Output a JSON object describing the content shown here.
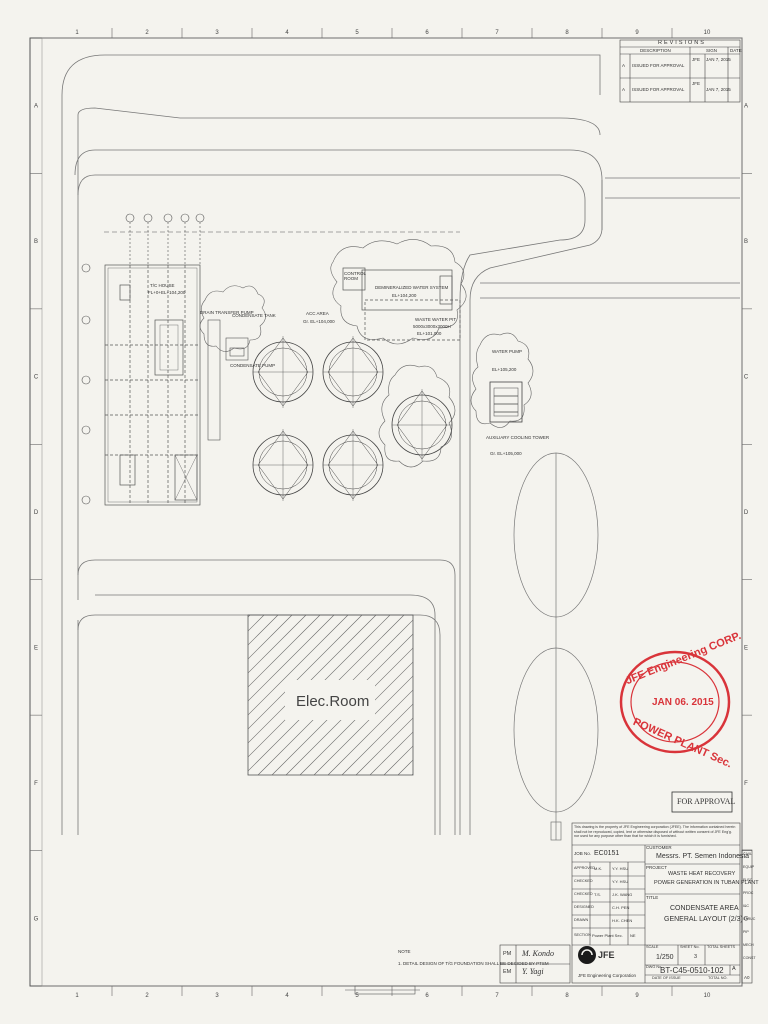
{
  "revisions": {
    "header": "REVISIONS",
    "col_description": "DESCRIPTION",
    "col_sign": "SIGN",
    "col_date": "DATE",
    "rows": [
      {
        "mark": "A",
        "description": "ISSUED FOR APPROVAL",
        "sign": "JFE",
        "date": "JAN 7, 2015"
      },
      {
        "mark": "A",
        "description": "ISSUED FOR APPROVAL",
        "sign": "JFE",
        "date": "JAN 7, 2015"
      }
    ]
  },
  "grid": {
    "columns": [
      "1",
      "2",
      "3",
      "4",
      "5",
      "6",
      "7",
      "8",
      "9",
      "10"
    ],
    "rows": [
      "A",
      "B",
      "C",
      "D",
      "E",
      "F",
      "G"
    ]
  },
  "plan": {
    "tc_house": "T/C HOUSE",
    "tc_house_el": "FL+0+EL+104,200",
    "drain_transfer_pump": "DRAIN TRANSFER PUMP",
    "condensate_tank": "CONDENSATE TANK",
    "condensate_pump": "CONDENSATE PUMP",
    "acc_area": "ACC AREA",
    "acc_area_el": "Gr. EL+104,000",
    "control_room": "CONTROL ROOM",
    "demineralized_water_system": "DEMINERALIZED WATER SYSTEM",
    "demineralized_el": "EL+104,200",
    "waste_water_pit": "WASTE WATER PIT",
    "waste_water_pit_size": "5000x3000x3000H",
    "waste_water_pit_el": "EL+101,000",
    "water_pump": "WATER PUMP",
    "water_pump_el": "EL+105,200",
    "auxiliary_cooling_tower": "AUXILIARY COOLING TOWER",
    "auxiliary_cooling_tower_el": "Gr. EL+105,000",
    "elec_room": "Elec.Room",
    "notes_header": "NOTE",
    "note_1": "1. DETAIL DESIGN OF T/G FOUNDATION SHALL BE DECIDED BY PTSM"
  },
  "stamp": {
    "top": "JFE Engineering CORP.",
    "date": "JAN 06. 2015",
    "bottom": "POWER PLANT Sec."
  },
  "status_box": "FOR APPROVAL",
  "title_block": {
    "disclaimer": "This drawing is the property of JFE Engineering corporation (JFEE). The information contained herein shall not be reproduced, copied, lent or otherwise disposed of without written consent of JFE Eng'g. nor used for any purpose other than that for which it is furnished.",
    "job_no_label": "JOB No.",
    "job_no": "EC0151",
    "customer_label": "CUSTOMER",
    "customer": "Messrs. PT. Semen Indonesia",
    "project_label": "PROJECT",
    "project_line1": "WASTE HEAT RECOVERY",
    "project_line2": "POWER GENERATION IN TUBAN PLANT",
    "title_label": "TITLE",
    "title_line1": "CONDENSATE AREA",
    "title_line2": "GENERAL LAYOUT (2/3)",
    "approved_label": "APPROVED",
    "checked_label": "CHECKED",
    "designed_label": "DESIGNED",
    "drawn_label": "DRAWN",
    "approved_sig": "M.K.",
    "checked_sig": "",
    "designed_sig": "T.S.",
    "drawn_sig": "",
    "approved_name": "Y.Y. HSU",
    "checked_name": "Y.Y. HSU",
    "designed_name": "J.K. WANG",
    "designed_name2": "C.H. PEN",
    "drawn_name": "H.K. CHEN",
    "section_label": "SECTION",
    "section": "Power Plant Sec.",
    "section_code": "NE",
    "scale_label": "SCALE",
    "scale": "1/250",
    "sheet_label": "SHEET No.",
    "sheet": "3",
    "total_label": "TOTAL SHEETS",
    "dwg_label": "DWG No.",
    "dwg_no": "BT-C45-0510-102",
    "rev": "A",
    "company": "JFE Engineering Corporation",
    "logo": "JFE",
    "pm_label": "PM",
    "em_label": "EM",
    "pm_sig": "M. Kondo",
    "em_sig": "Y. Yagi",
    "paper_size": "A0",
    "date_of_issue_label": "DATE OF ISSUE",
    "total_no_label": "TOTAL NO.",
    "side_codes": [
      "CIVIL",
      "EQUIP",
      "ELEC",
      "PROC",
      "I&C",
      "STRUC",
      "PIP",
      "MECH",
      "CONST"
    ]
  },
  "colors": {
    "paper": "#f4f3ee",
    "line": "#555555",
    "stamp": "#d9343a"
  }
}
